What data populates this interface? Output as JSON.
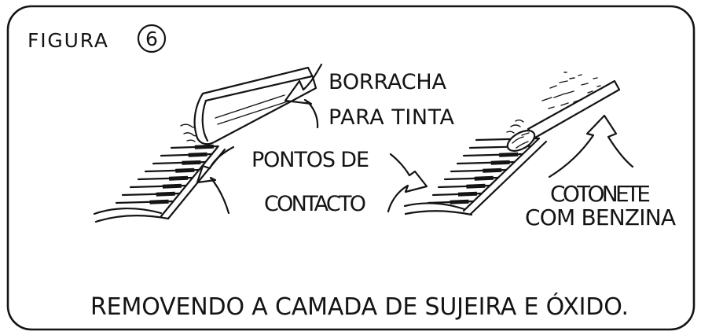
{
  "figure": {
    "label": "FIGURA",
    "number": "6"
  },
  "eraser_label": {
    "line1": "BORRACHA",
    "line2": "PARA TINTA"
  },
  "contacts_label": {
    "line1": "PONTOS DE",
    "line2": "CONTACTO"
  },
  "swab_label": {
    "line1": "COTONETE",
    "line2": "COM BENZINA"
  },
  "caption": "REMOVENDO A CAMADA DE SUJEIRA E ÓXIDO."
}
